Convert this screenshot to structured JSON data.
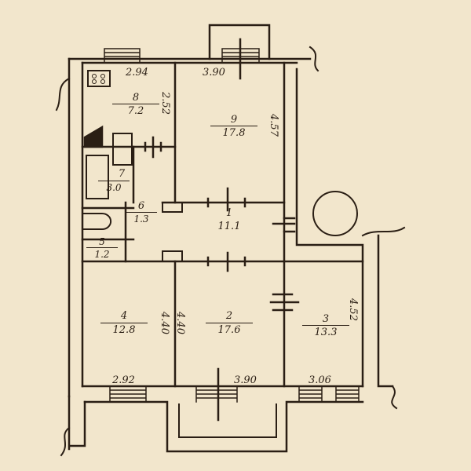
{
  "plan": {
    "colors": {
      "paper": "#f2e6cc",
      "ink": "#2a1e14"
    },
    "rooms": [
      {
        "id": "1",
        "number": "1",
        "area": "11.1"
      },
      {
        "id": "2",
        "number": "2",
        "area": "17.6"
      },
      {
        "id": "3",
        "number": "3",
        "area": "13.3"
      },
      {
        "id": "4",
        "number": "4",
        "area": "12.8"
      },
      {
        "id": "5",
        "number": "5",
        "area": "1.2"
      },
      {
        "id": "6",
        "number": "6",
        "area": "1.3"
      },
      {
        "id": "7",
        "number": "7",
        "area": "3.0"
      },
      {
        "id": "8",
        "number": "8",
        "area": "7.2"
      },
      {
        "id": "9",
        "number": "9",
        "area": "17.8"
      }
    ],
    "dimensions": {
      "kitchen_width": "2.94",
      "kitchen_depth": "2.52",
      "room9_width": "3.90",
      "room9_depth": "4.57",
      "room4_width": "2.92",
      "room4_depth": "4.40",
      "room2_width": "3.90",
      "room2_depth": "4.40",
      "room3_width": "3.06",
      "room3_depth": "4.52"
    }
  }
}
